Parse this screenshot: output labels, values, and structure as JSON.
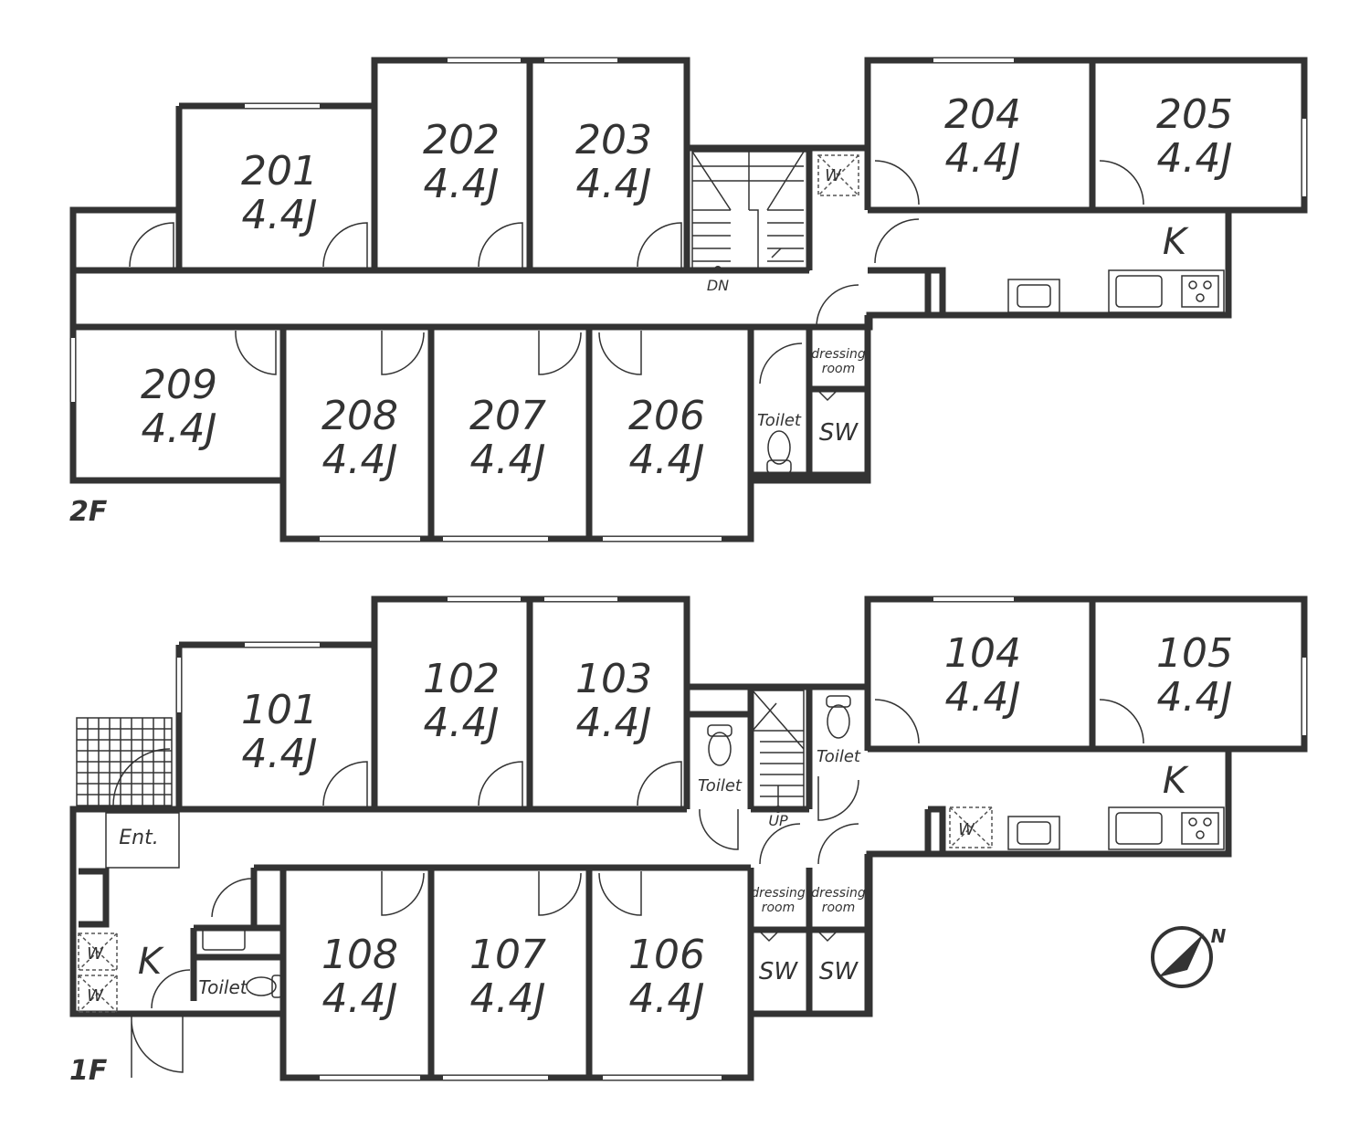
{
  "floors": [
    {
      "label": "2F",
      "rooms": [
        {
          "num": "201",
          "size": "4.4J"
        },
        {
          "num": "202",
          "size": "4.4J"
        },
        {
          "num": "203",
          "size": "4.4J"
        },
        {
          "num": "204",
          "size": "4.4J"
        },
        {
          "num": "205",
          "size": "4.4J"
        },
        {
          "num": "206",
          "size": "4.4J"
        },
        {
          "num": "207",
          "size": "4.4J"
        },
        {
          "num": "208",
          "size": "4.4J"
        },
        {
          "num": "209",
          "size": "4.4J"
        }
      ],
      "labels": {
        "kitchen": "K",
        "stairs": "DN",
        "washer": "W",
        "dressing_line1": "dressing",
        "dressing_line2": "room",
        "toilet": "Toilet",
        "sw": "SW"
      }
    },
    {
      "label": "1F",
      "rooms": [
        {
          "num": "101",
          "size": "4.4J"
        },
        {
          "num": "102",
          "size": "4.4J"
        },
        {
          "num": "103",
          "size": "4.4J"
        },
        {
          "num": "104",
          "size": "4.4J"
        },
        {
          "num": "105",
          "size": "4.4J"
        },
        {
          "num": "106",
          "size": "4.4J"
        },
        {
          "num": "107",
          "size": "4.4J"
        },
        {
          "num": "108",
          "size": "4.4J"
        }
      ],
      "labels": {
        "kitchen_east": "K",
        "kitchen_west": "K",
        "stairs": "UP",
        "entrance": "Ent.",
        "washer": "W",
        "washer_w1": "W",
        "washer_w2": "W",
        "toilet_stair": "Toilet",
        "toilet_east": "Toilet",
        "toilet_west": "Toilet",
        "dressing_line1": "dressing",
        "dressing_line2": "room",
        "sw": "SW"
      }
    }
  ],
  "compass": {
    "north": "N"
  }
}
